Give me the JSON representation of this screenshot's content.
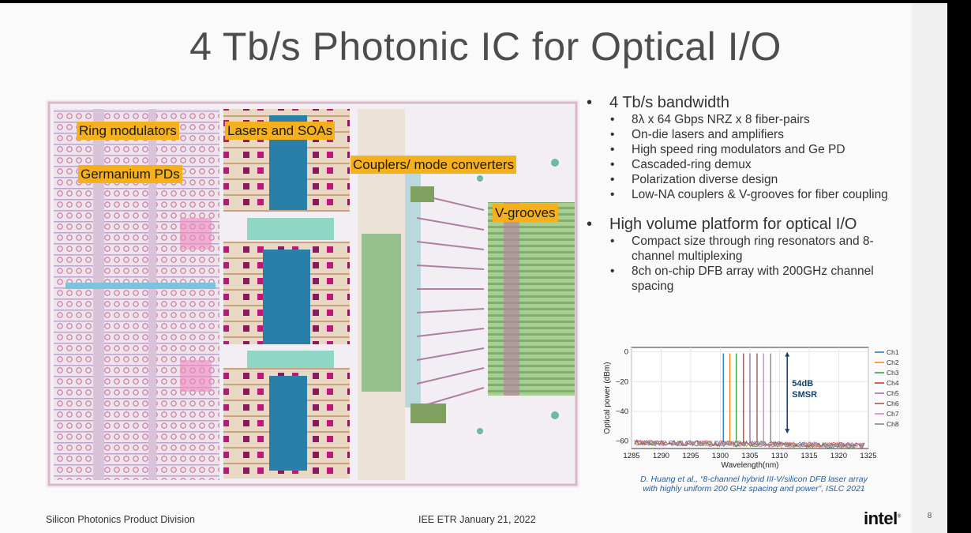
{
  "slide": {
    "title": "4 Tb/s Photonic IC for Optical I/O",
    "page_number": "8",
    "footer_left": "Silicon Photonics Product Division",
    "footer_center": "IEE ETR January 21, 2022",
    "logo_text": "intel"
  },
  "chip_image": {
    "callouts": [
      "Ring modulators",
      "Lasers and SOAs",
      "Germanium PDs",
      "Couplers/ mode converters",
      "V-grooves"
    ]
  },
  "bullets": [
    {
      "text": "4 Tb/s bandwidth",
      "subs": [
        "8λ x 64 Gbps NRZ x 8 fiber-pairs",
        "On-die lasers and amplifiers",
        "High speed ring modulators and Ge PD",
        "Cascaded-ring demux",
        "Polarization diverse design",
        "Low-NA couplers & V-grooves for fiber coupling"
      ]
    },
    {
      "text": "High volume platform for optical I/O",
      "subs": [
        "Compact size through ring resonators and 8-channel multiplexing",
        "8ch on-chip DFB array with 200GHz channel spacing"
      ]
    }
  ],
  "bullet_symbol": "•",
  "chart_data": {
    "type": "line",
    "title": "",
    "xlabel": "Wavelength(nm)",
    "ylabel": "Optical power (dBm)",
    "xlim": [
      1285,
      1325
    ],
    "ylim": [
      -65,
      3
    ],
    "xticks": [
      1285,
      1290,
      1295,
      1300,
      1305,
      1310,
      1315,
      1320,
      1325
    ],
    "yticks": [
      0,
      -20,
      -40,
      -60
    ],
    "ytick_labels": [
      "0",
      "−20",
      "−40",
      "−60"
    ],
    "grid": true,
    "legend_position": "right",
    "noise_floor_dBm": -61,
    "annotation": {
      "text_line1": "54dB",
      "text_line2": "SMSR",
      "from_dBm": 0,
      "to_dBm": -55
    },
    "series": [
      {
        "name": "Ch1",
        "color": "#1f77b4",
        "peak_nm": 1300.5,
        "peak_dBm": -1
      },
      {
        "name": "Ch2",
        "color": "#ff7f0e",
        "peak_nm": 1301.6,
        "peak_dBm": -1
      },
      {
        "name": "Ch3",
        "color": "#2ca02c",
        "peak_nm": 1302.7,
        "peak_dBm": -1
      },
      {
        "name": "Ch4",
        "color": "#d62728",
        "peak_nm": 1303.9,
        "peak_dBm": -1
      },
      {
        "name": "Ch5",
        "color": "#9467bd",
        "peak_nm": 1305.0,
        "peak_dBm": -1
      },
      {
        "name": "Ch6",
        "color": "#8c564b",
        "peak_nm": 1306.2,
        "peak_dBm": -1
      },
      {
        "name": "Ch7",
        "color": "#e377c2",
        "peak_nm": 1307.3,
        "peak_dBm": -1
      },
      {
        "name": "Ch8",
        "color": "#7f7f7f",
        "peak_nm": 1308.5,
        "peak_dBm": -1
      }
    ]
  },
  "citation": {
    "line1": "D. Huang et al., “8-channel hybrid III-V/silicon DFB laser array",
    "line2": "with highly uniform 200 GHz spacing and power”, ISLC 2021"
  }
}
